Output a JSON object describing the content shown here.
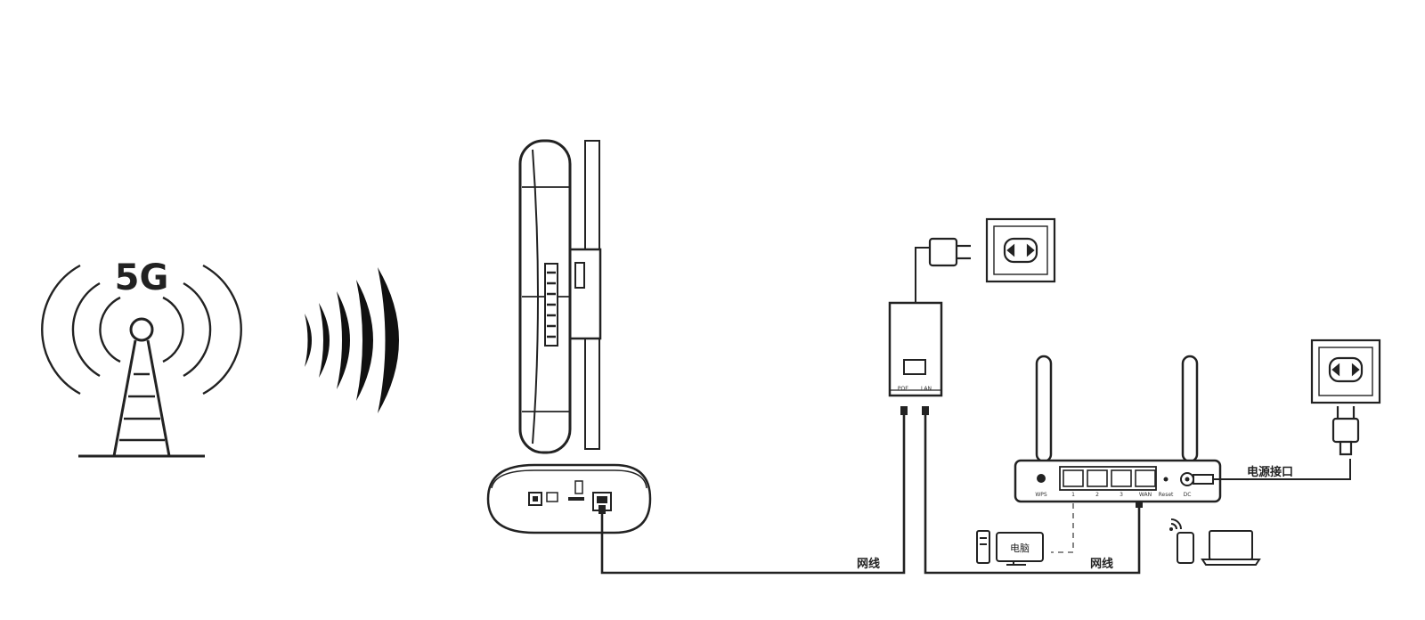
{
  "tower": {
    "label": "5G"
  },
  "poe": {
    "port_poe": "POE",
    "port_lan": "LAN"
  },
  "router": {
    "ports": [
      "1",
      "2",
      "3",
      "WAN"
    ],
    "left_label": "WPS",
    "reset_label": "Reset",
    "dc_label": "DC"
  },
  "labels": {
    "cable_1": "网线",
    "cable_2": "网线",
    "power_port": "电源接口",
    "computer": "电脑"
  },
  "colors": {
    "stroke": "#222222",
    "background": "#ffffff"
  }
}
